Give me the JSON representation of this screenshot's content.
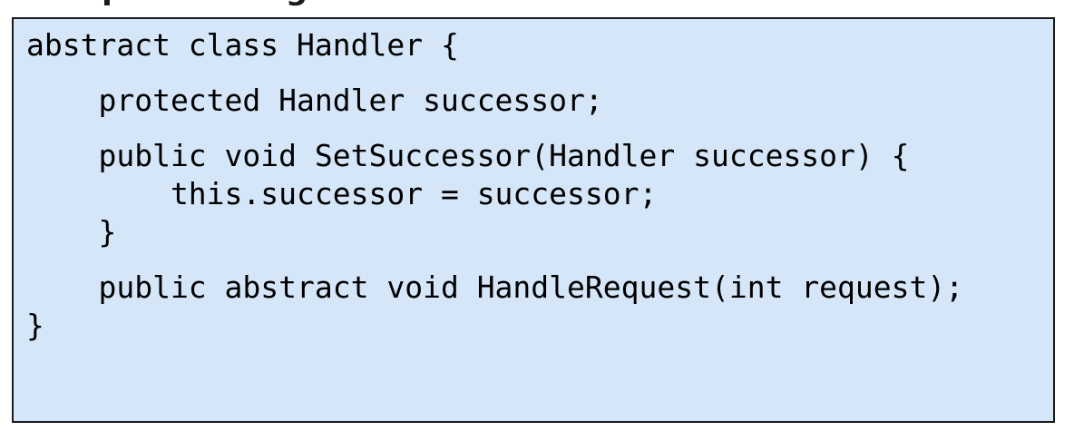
{
  "slide": {
    "background_color": "#ffffff",
    "cropped_heading_fragment": "Implementing the Chain"
  },
  "code_box": {
    "fill_color": "#d4e6f8",
    "border_color": "#1a1a1a",
    "language": "csharp",
    "lines": [
      "abstract class Handler {",
      "",
      "    protected Handler successor;",
      "",
      "    public void SetSuccessor(Handler successor) {",
      "        this.successor = successor;",
      "    }",
      "",
      "    public abstract void HandleRequest(int request);",
      "}"
    ],
    "full_text": "abstract class Handler {\n\n    protected Handler successor;\n\n    public void SetSuccessor(Handler successor) {\n        this.successor = successor;\n    }\n\n    public abstract void HandleRequest(int request);\n}"
  }
}
